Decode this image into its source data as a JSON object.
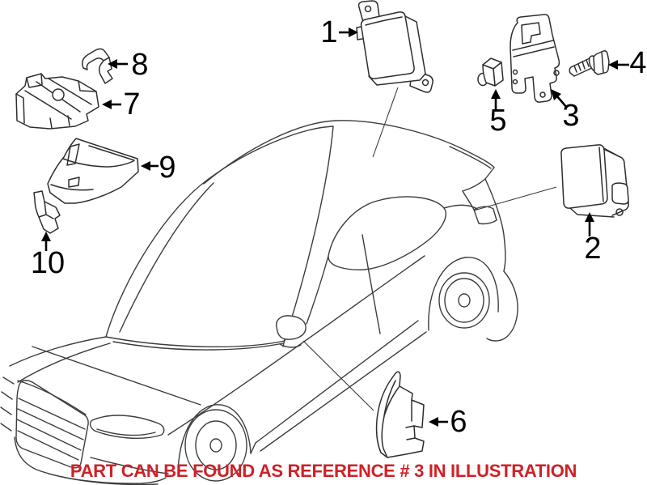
{
  "page": {
    "background": "#ffffff"
  },
  "illustration": {
    "kind": "vehicle-parts-line-diagram",
    "vehicle": "3-door hatchback, front three-quarter line drawing",
    "line_color": "#3d3d3d",
    "label_color": "#000000",
    "callouts": [
      {
        "ref": "1"
      },
      {
        "ref": "2"
      },
      {
        "ref": "3"
      },
      {
        "ref": "4"
      },
      {
        "ref": "5"
      },
      {
        "ref": "6"
      },
      {
        "ref": "7"
      },
      {
        "ref": "8"
      },
      {
        "ref": "9"
      },
      {
        "ref": "10"
      }
    ]
  },
  "note": {
    "text": "PART CAN BE FOUND AS REFERENCE # 3 IN ILLUSTRATION",
    "color": "#ce2127",
    "referenced_callout": "3"
  }
}
